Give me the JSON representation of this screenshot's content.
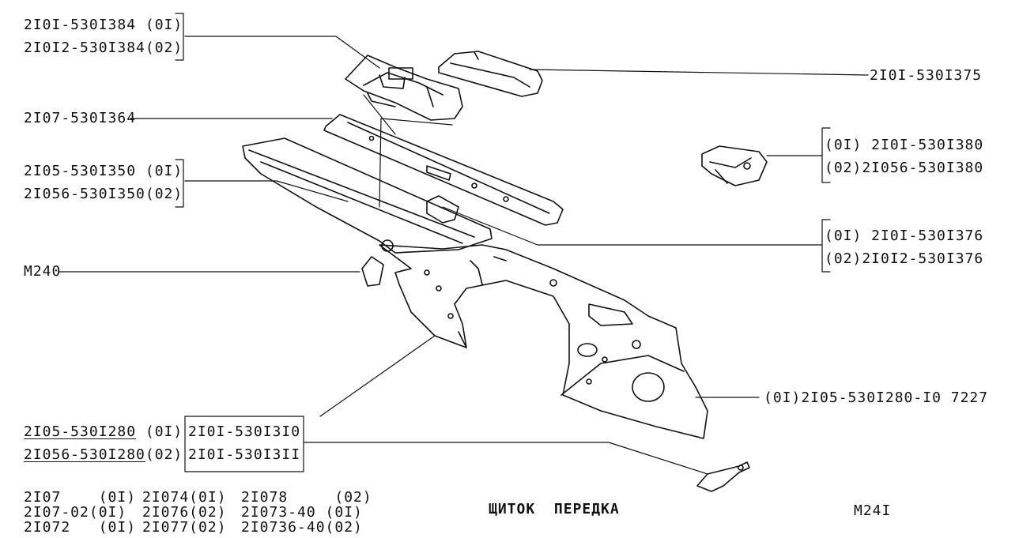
{
  "labels": {
    "p2101_530384": "2I0I-530I384 (0I)",
    "p21012_530384": "2I0I2-530I384(02)",
    "p2101_530375": "2I0I-530I375",
    "p2107_530364": "2I07-530I364",
    "p01_2101_530380": "(0I) 2I0I-530I380",
    "p02_21056_530380": "(02)2I056-530I380",
    "p2105_530350": "2I05-530I350 (0I)",
    "p21056_530350": "2I056-530I350(02)",
    "p01_2101_530376": "(0I) 2I0I-530I376",
    "p02_21012_530376": "(02)2I0I2-530I376",
    "m240": "M240",
    "p01_2105_530280_10": "(0I)2I05-530I280-I0 7227",
    "p2105_530280_part": "2I05-530I280",
    "p2105_530280_var": " (0I)",
    "p21056_530280_part": "2I056-530I280",
    "p21056_530280_var": "(02)",
    "p2101_530310": "2I0I-530I3I0",
    "p2101_530311": "2I0I-530I3II"
  },
  "models": [
    [
      "2I07    (0I)",
      "2I074(0I)",
      "2I078     (02)"
    ],
    [
      "2I07-02(0I)",
      "2I076(02)",
      "2I073-40 (0I)"
    ],
    [
      "2I072   (0I)",
      "2I077(02)",
      "2I0736-40(02)"
    ]
  ],
  "title": "ЩИТОК  ПЕРЕДКА",
  "page_code": "M24I"
}
